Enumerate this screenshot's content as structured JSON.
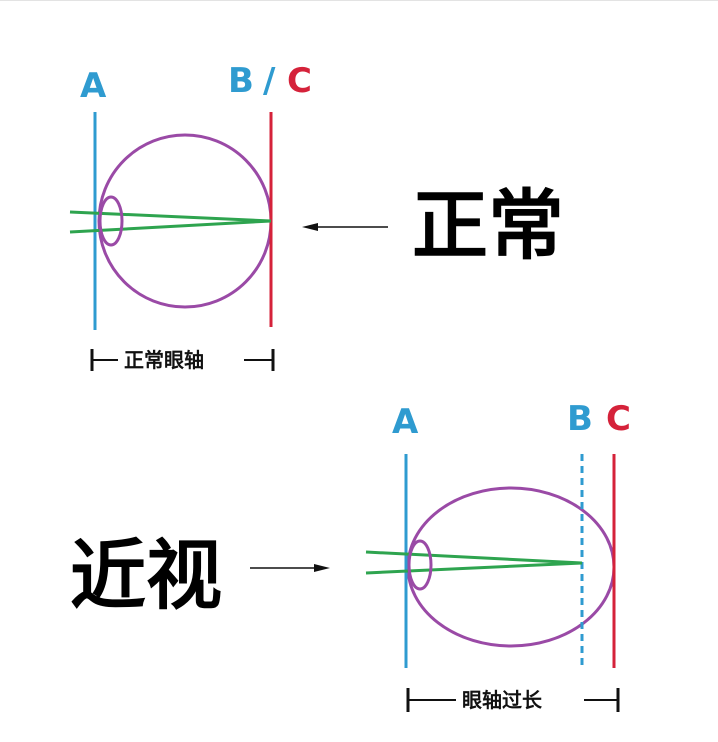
{
  "colors": {
    "plane_a": "#2f9bd0",
    "plane_b": "#2f9bd0",
    "plane_c": "#d5223a",
    "eyeball": "#9a4aa6",
    "light_rays": "#2ea44f",
    "text": "#000000"
  },
  "normal_eye": {
    "label": "正常",
    "plane_a_label": "A",
    "plane_bc_b": "B",
    "plane_bc_sep": "/",
    "plane_bc_c": "C",
    "axis_label": "正常眼轴"
  },
  "myopia_eye": {
    "label": "近视",
    "plane_a_label": "A",
    "plane_b_label": "B",
    "plane_c_label": "C",
    "axis_label": "眼轴过长"
  }
}
